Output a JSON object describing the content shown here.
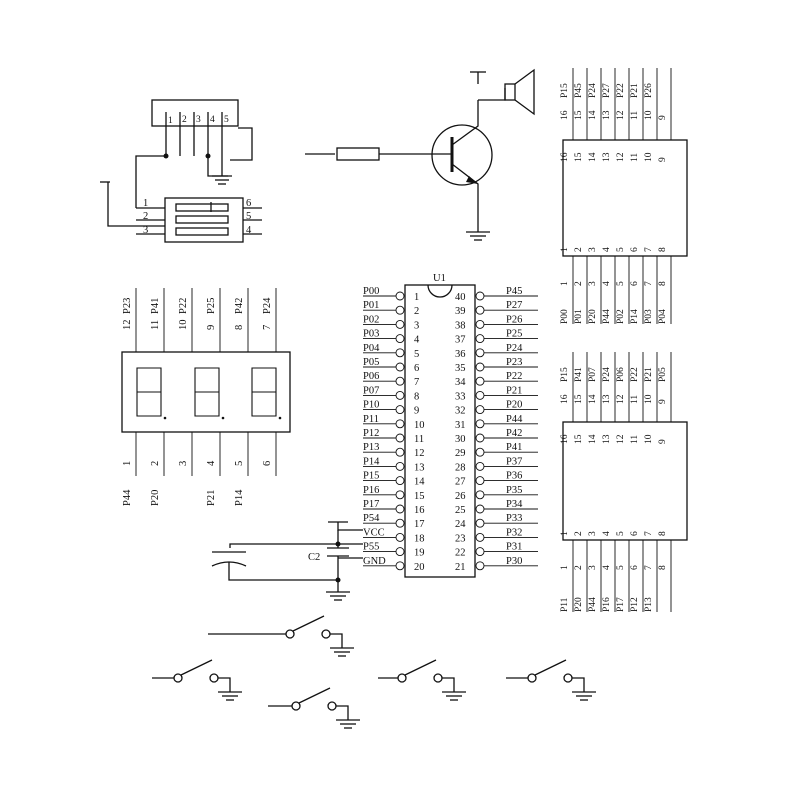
{
  "mcu": {
    "label": "U1",
    "left_pins": [
      "1",
      "2",
      "3",
      "4",
      "5",
      "6",
      "7",
      "8",
      "9",
      "10",
      "11",
      "12",
      "13",
      "14",
      "15",
      "16",
      "17",
      "18",
      "19",
      "20"
    ],
    "left_nets": [
      "P00",
      "P01",
      "P02",
      "P03",
      "P04",
      "P05",
      "P06",
      "P07",
      "P10",
      "P11",
      "P12",
      "P13",
      "P14",
      "P15",
      "P16",
      "P17",
      "P54",
      "VCC",
      "P55",
      "GND"
    ],
    "right_pins": [
      "40",
      "39",
      "38",
      "37",
      "36",
      "35",
      "34",
      "33",
      "32",
      "31",
      "30",
      "29",
      "28",
      "27",
      "26",
      "25",
      "24",
      "23",
      "22",
      "21"
    ],
    "right_nets": [
      "P45",
      "P27",
      "P26",
      "P25",
      "P24",
      "P23",
      "P22",
      "P21",
      "P20",
      "P44",
      "P42",
      "P41",
      "P37",
      "P36",
      "P35",
      "P34",
      "P33",
      "P32",
      "P31",
      "P30"
    ]
  },
  "capacitor_label": "C2",
  "header": {
    "pins": [
      "1",
      "2",
      "3",
      "4",
      "5"
    ]
  },
  "switch_block": {
    "left_pins": [
      "1",
      "2",
      "3"
    ],
    "right_pins": [
      "6",
      "5",
      "4"
    ]
  },
  "seven_segment": {
    "top_pins": [
      "12",
      "11",
      "10",
      "9",
      "8",
      "7"
    ],
    "top_nets": [
      "P23",
      "P41",
      "P22",
      "P25",
      "P42",
      "P24"
    ],
    "bottom_pins": [
      "1",
      "2",
      "3",
      "4",
      "5",
      "6"
    ],
    "bottom_nets": [
      "P44",
      "P20",
      "",
      "P21",
      "P14",
      ""
    ]
  },
  "ic_upper": {
    "top_pins": [
      "16",
      "15",
      "14",
      "13",
      "12",
      "11",
      "10",
      "9"
    ],
    "top_nets": [
      "P15",
      "P45",
      "P24",
      "P27",
      "P22",
      "P21",
      "P26"
    ],
    "inner_top": [
      "16",
      "15",
      "14",
      "13",
      "12",
      "11",
      "10",
      "9"
    ],
    "inner_bottom": [
      "1",
      "2",
      "3",
      "4",
      "5",
      "6",
      "7",
      "8"
    ],
    "bottom_pins": [
      "1",
      "2",
      "3",
      "4",
      "5",
      "6",
      "7",
      "8"
    ],
    "bottom_nets": [
      "P00",
      "P01",
      "P20",
      "P44",
      "P02",
      "P14",
      "P03",
      "P04"
    ]
  },
  "ic_lower": {
    "top_pins": [
      "16",
      "15",
      "14",
      "13",
      "12",
      "11",
      "10",
      "9"
    ],
    "top_nets": [
      "P15",
      "P41",
      "P07",
      "P24",
      "P06",
      "P22",
      "P21",
      "P05"
    ],
    "inner_top": [
      "16",
      "15",
      "14",
      "13",
      "12",
      "11",
      "10",
      "9"
    ],
    "inner_bottom": [
      "1",
      "2",
      "3",
      "4",
      "5",
      "6",
      "7",
      "8"
    ],
    "bottom_pins": [
      "1",
      "2",
      "3",
      "4",
      "5",
      "6",
      "7",
      "8"
    ],
    "bottom_nets": [
      "P11",
      "P20",
      "P44",
      "P16",
      "P17",
      "P12",
      "P13"
    ]
  }
}
